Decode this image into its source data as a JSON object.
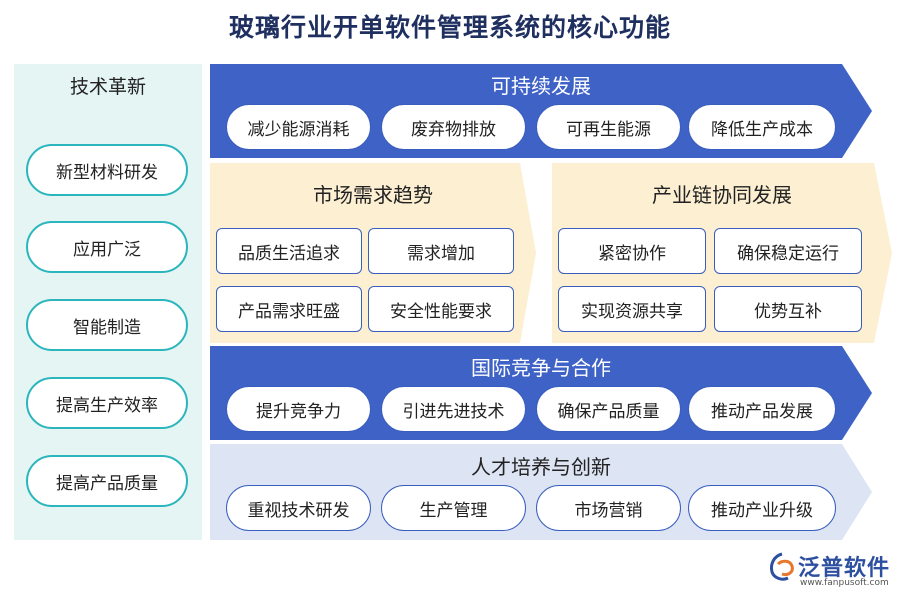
{
  "title": "玻璃行业开单软件管理系统的核心功能",
  "left": {
    "title": "技术革新",
    "items": [
      "新型材料研发",
      "应用广泛",
      "智能制造",
      "提高生产效率",
      "提高产品质量"
    ]
  },
  "sustainable": {
    "title": "可持续发展",
    "items": [
      "减少能源消耗",
      "废弃物排放",
      "可再生能源",
      "降低生产成本"
    ]
  },
  "market": {
    "title": "市场需求趋势",
    "items": [
      "品质生活追求",
      "需求增加",
      "产品需求旺盛",
      "安全性能要求"
    ]
  },
  "chain": {
    "title": "产业链协同发展",
    "items": [
      "紧密协作",
      "确保稳定运行",
      "实现资源共享",
      "优势互补"
    ]
  },
  "intl": {
    "title": "国际竞争与合作",
    "items": [
      "提升竞争力",
      "引进先进技术",
      "确保产品质量",
      "推动产品发展"
    ]
  },
  "talent": {
    "title": "人才培养与创新",
    "items": [
      "重视技术研发",
      "生产管理",
      "市场营销",
      "推动产业升级"
    ]
  },
  "logo": {
    "name": "泛普软件",
    "url": "www.fanpusoft.com"
  },
  "colors": {
    "blue_band": "#3f62c6",
    "peach_band": "#fcefd2",
    "lavender_band": "#dde4f4",
    "left_panel": "#e5f5f4",
    "teal_border": "#2bb5bd",
    "title_color": "#1f3060"
  }
}
